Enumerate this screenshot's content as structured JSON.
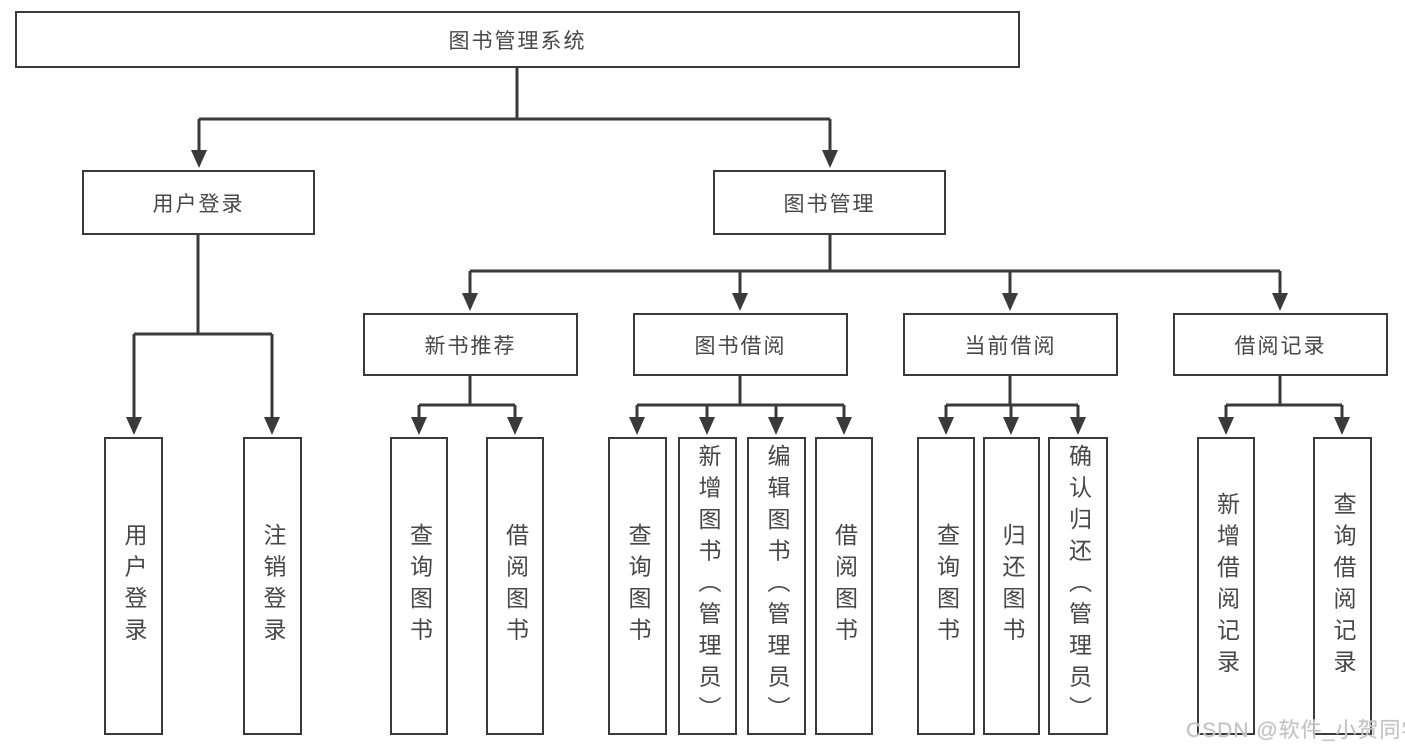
{
  "diagram": {
    "title_node": "图书管理系统",
    "level2": {
      "user_login": "用户登录",
      "book_management": "图书管理"
    },
    "level3": {
      "new_book_recommend": "新书推荐",
      "book_borrow": "图书借阅",
      "current_borrow": "当前借阅",
      "borrow_records": "借阅记录"
    },
    "leaves": {
      "user_login": [
        "用户登录",
        "注销登录"
      ],
      "new_book_recommend": [
        "查询图书",
        "借阅图书"
      ],
      "book_borrow": [
        "查询图书",
        "新增图书（管理员）",
        "编辑图书（管理员）",
        "借阅图书"
      ],
      "current_borrow": [
        "查询图书",
        "归还图书",
        "确认归还（管理员）"
      ],
      "borrow_records": [
        "新增借阅记录",
        "查询借阅记录"
      ]
    },
    "colors": {
      "line": "#3a3a3a",
      "text": "#474747",
      "background": "#ffffff",
      "watermark": "#c3c3c3"
    }
  },
  "watermark": {
    "text": "CSDN @软件_小贺同学"
  }
}
